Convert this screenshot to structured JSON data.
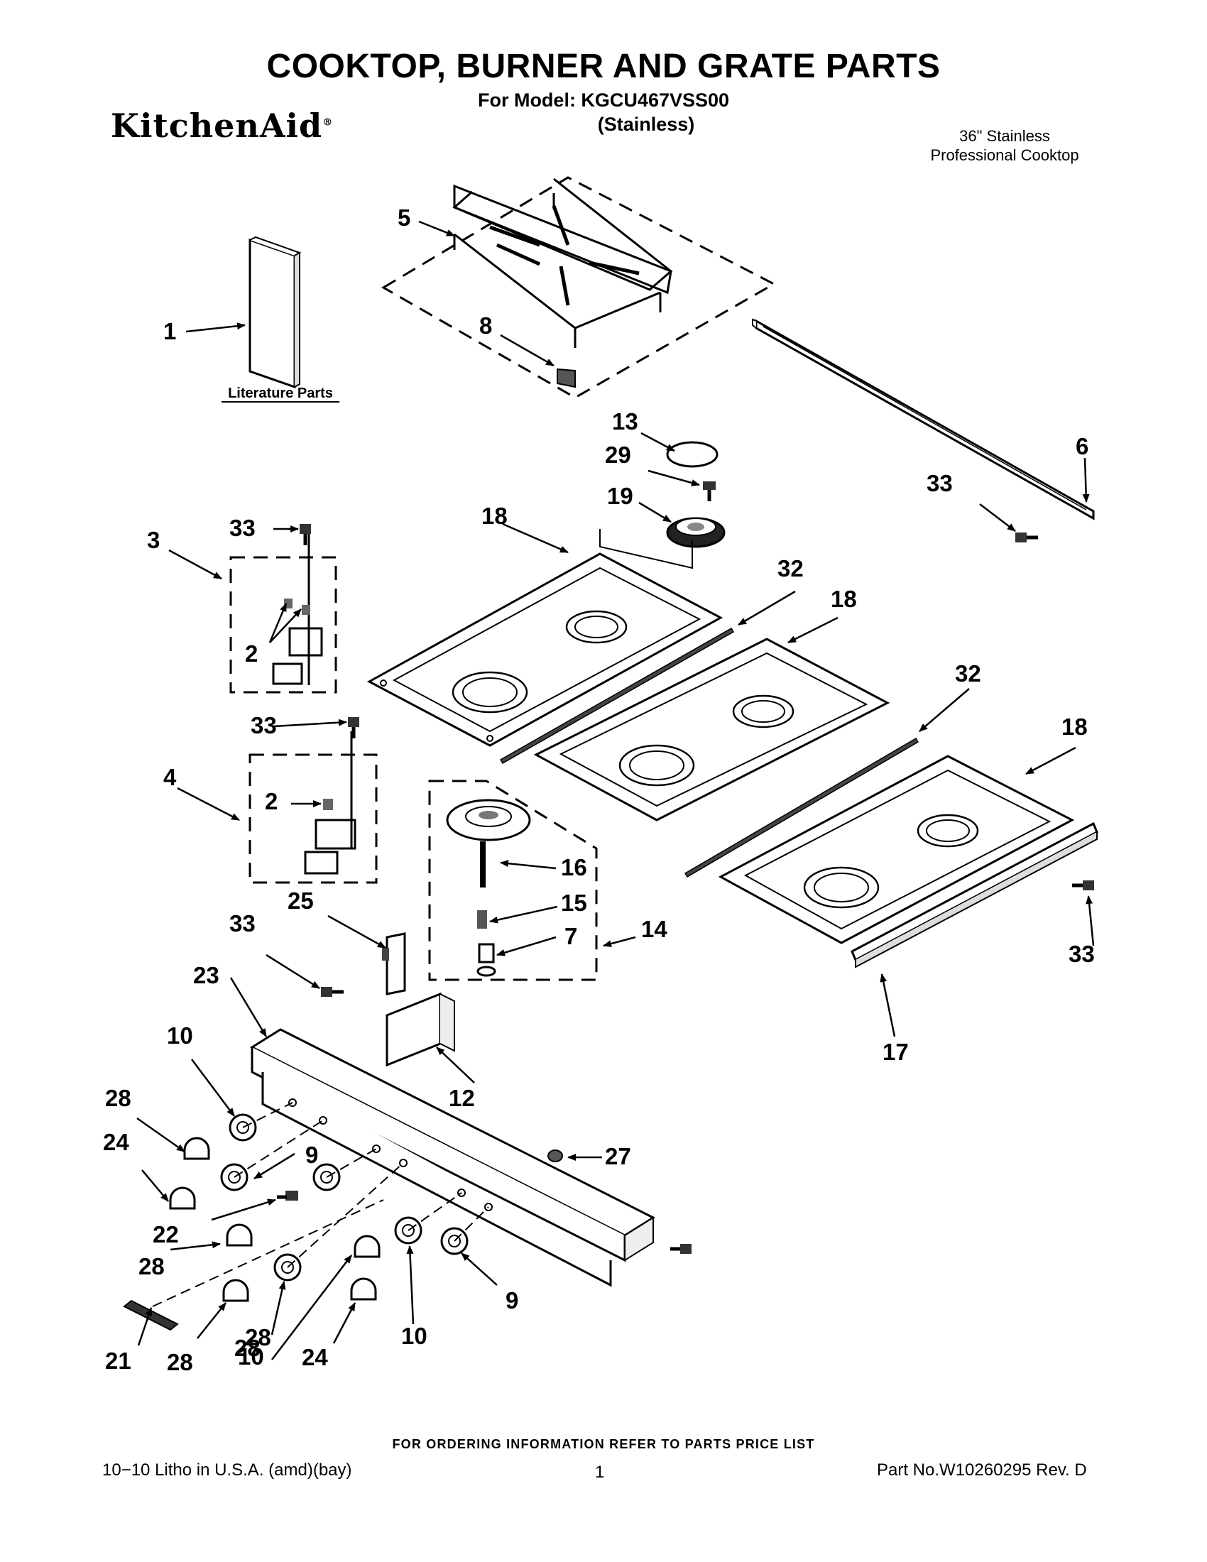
{
  "header": {
    "title": "COOKTOP, BURNER AND GRATE PARTS",
    "model_line": "For Model: KGCU467VSS00",
    "finish": "(Stainless)",
    "brand": "KitchenAid",
    "description_line1": "36\" Stainless",
    "description_line2": "Professional Cooktop"
  },
  "diagram": {
    "literature_label": "Literature Parts",
    "callouts": [
      "1",
      "2",
      "2",
      "3",
      "4",
      "5",
      "6",
      "7",
      "8",
      "9",
      "9",
      "10",
      "10",
      "10",
      "12",
      "13",
      "14",
      "15",
      "16",
      "17",
      "18",
      "18",
      "18",
      "19",
      "21",
      "22",
      "23",
      "24",
      "24",
      "25",
      "27",
      "28",
      "28",
      "28",
      "28",
      "28",
      "29",
      "32",
      "32",
      "33",
      "33",
      "33",
      "33",
      "33"
    ]
  },
  "footer": {
    "ordering_info": "FOR ORDERING INFORMATION REFER TO PARTS PRICE LIST",
    "litho": "10−10 Litho in U.S.A. (amd)(bay)",
    "page": "1",
    "part_number": "Part No.W10260295 Rev. D"
  }
}
